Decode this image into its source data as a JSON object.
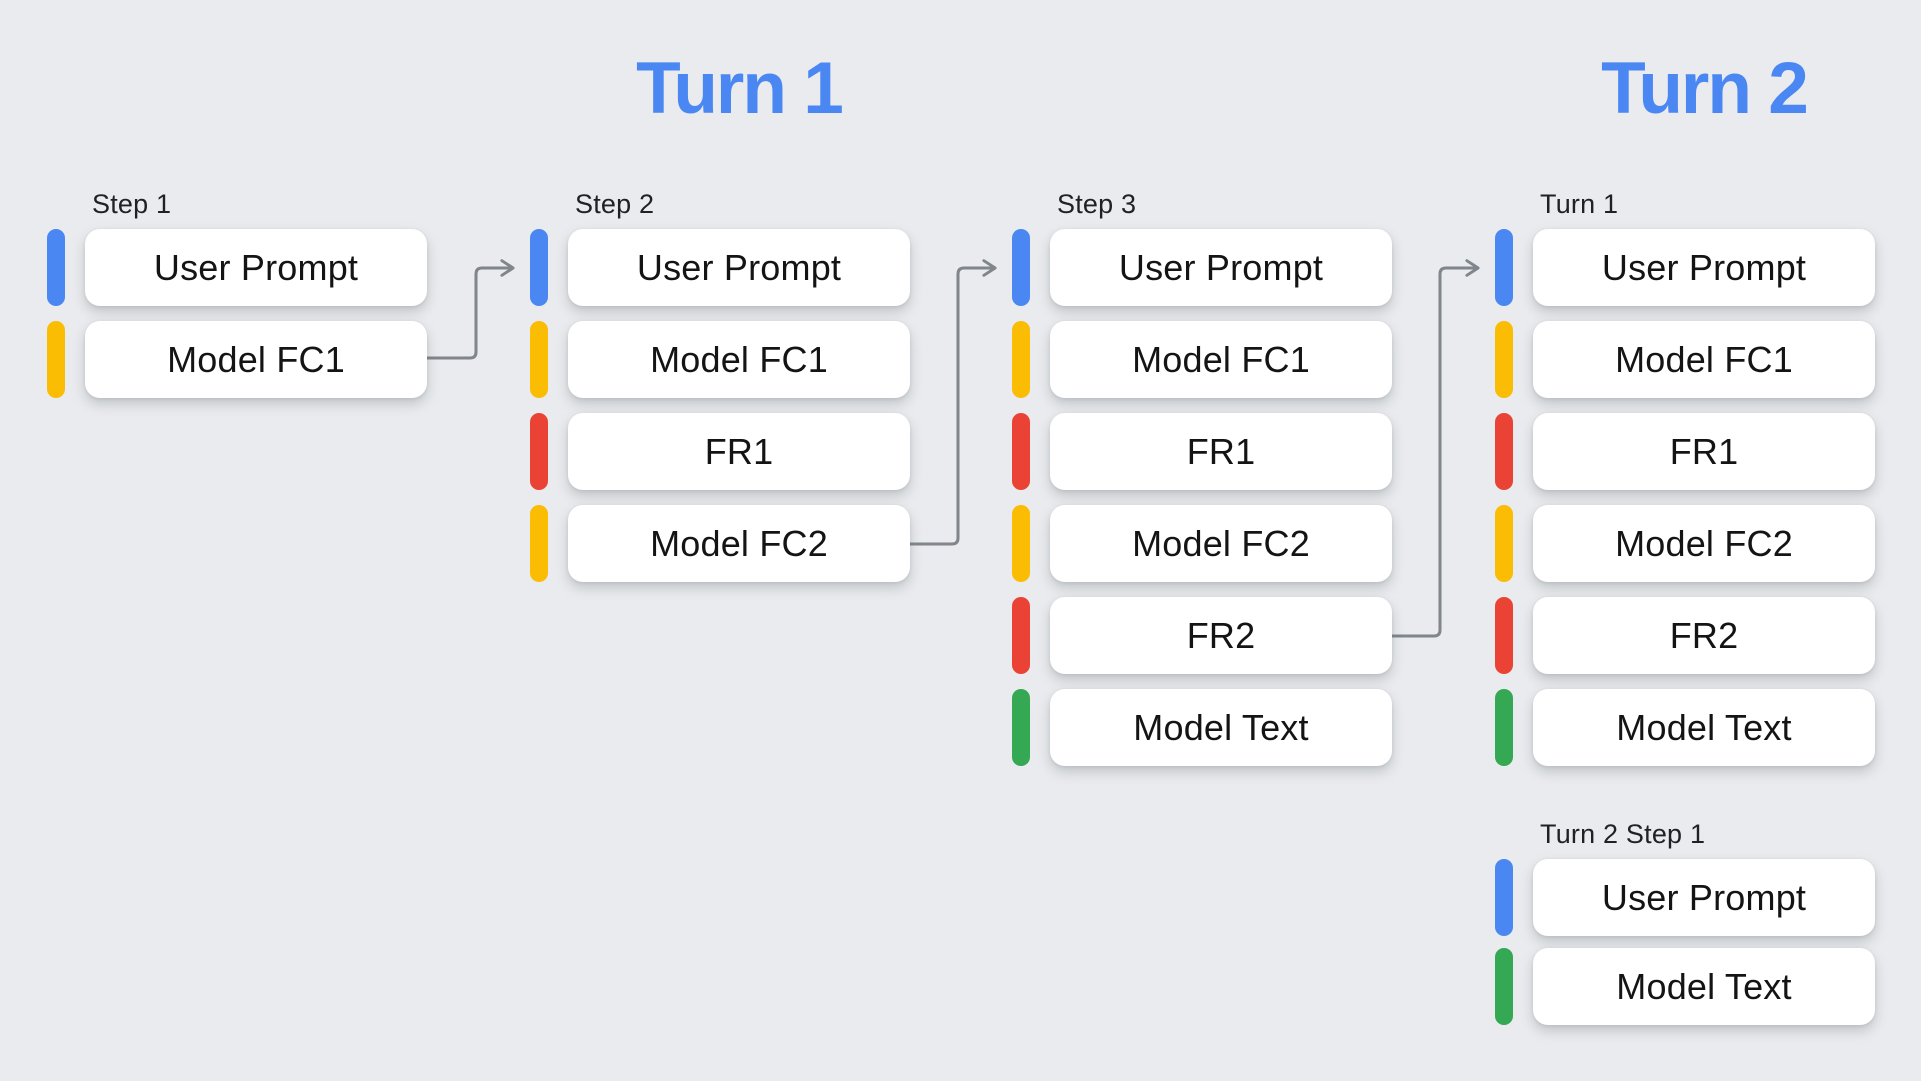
{
  "palette": {
    "blue": "#4A87F2",
    "yellow": "#FBBC04",
    "red": "#EA4335",
    "green": "#34A853",
    "arrow_gray": "#80868B",
    "title_blue": "#4A87F2",
    "background": "#E9EBEE",
    "box_white": "#FFFFFF",
    "text_dark": "#141414"
  },
  "titles": {
    "turn1": "Turn 1",
    "turn2": "Turn 2"
  },
  "columns": [
    {
      "label": "Step 1",
      "items": [
        {
          "label": "User Prompt",
          "color": "blue"
        },
        {
          "label": "Model FC1",
          "color": "yellow"
        }
      ]
    },
    {
      "label": "Step 2",
      "items": [
        {
          "label": "User Prompt",
          "color": "blue"
        },
        {
          "label": "Model FC1",
          "color": "yellow"
        },
        {
          "label": "FR1",
          "color": "red"
        },
        {
          "label": "Model FC2",
          "color": "yellow"
        }
      ]
    },
    {
      "label": "Step 3",
      "items": [
        {
          "label": "User Prompt",
          "color": "blue"
        },
        {
          "label": "Model FC1",
          "color": "yellow"
        },
        {
          "label": "FR1",
          "color": "red"
        },
        {
          "label": "Model FC2",
          "color": "yellow"
        },
        {
          "label": "FR2",
          "color": "red"
        },
        {
          "label": "Model Text",
          "color": "green"
        }
      ]
    },
    {
      "label": "Turn 1",
      "items": [
        {
          "label": "User Prompt",
          "color": "blue"
        },
        {
          "label": "Model FC1",
          "color": "yellow"
        },
        {
          "label": "FR1",
          "color": "red"
        },
        {
          "label": "Model FC2",
          "color": "yellow"
        },
        {
          "label": "FR2",
          "color": "red"
        },
        {
          "label": "Model Text",
          "color": "green"
        }
      ]
    }
  ],
  "turn2_step1": {
    "label": "Turn 2 Step 1",
    "items": [
      {
        "label": "User Prompt",
        "color": "blue"
      },
      {
        "label": "Model Text",
        "color": "green"
      }
    ]
  }
}
